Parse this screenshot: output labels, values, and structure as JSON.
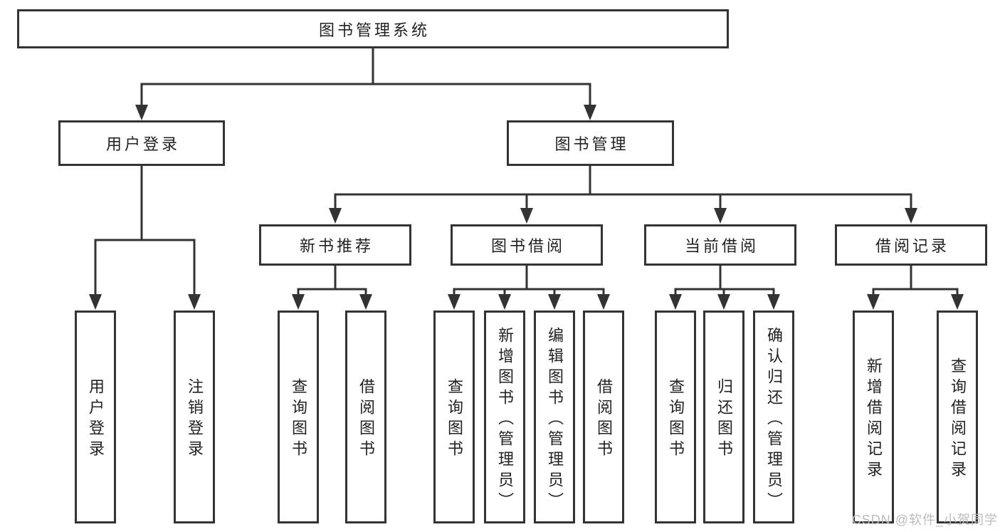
{
  "tree": {
    "root": "图书管理系统",
    "children": [
      {
        "label": "用户登录",
        "children": [
          {
            "label": "用户登录"
          },
          {
            "label": "注销登录"
          }
        ]
      },
      {
        "label": "图书管理",
        "children": [
          {
            "label": "新书推荐",
            "children": [
              {
                "label": "查询图书"
              },
              {
                "label": "借阅图书"
              }
            ]
          },
          {
            "label": "图书借阅",
            "children": [
              {
                "label": "查询图书"
              },
              {
                "label": "新增图书（管理员）"
              },
              {
                "label": "编辑图书（管理员）"
              },
              {
                "label": "借阅图书"
              }
            ]
          },
          {
            "label": "当前借阅",
            "children": [
              {
                "label": "查询图书"
              },
              {
                "label": "归还图书"
              },
              {
                "label": "确认归还（管理员）"
              }
            ]
          },
          {
            "label": "借阅记录",
            "children": [
              {
                "label": "新增借阅记录"
              },
              {
                "label": "查询借阅记录"
              }
            ]
          }
        ]
      }
    ]
  },
  "watermark": "CSDN @软件_小贺同学",
  "colors": {
    "background": "#ffffff",
    "line": "#333333",
    "box_border": "#333333",
    "text": "#222222",
    "watermark": "#bcbcbc"
  }
}
